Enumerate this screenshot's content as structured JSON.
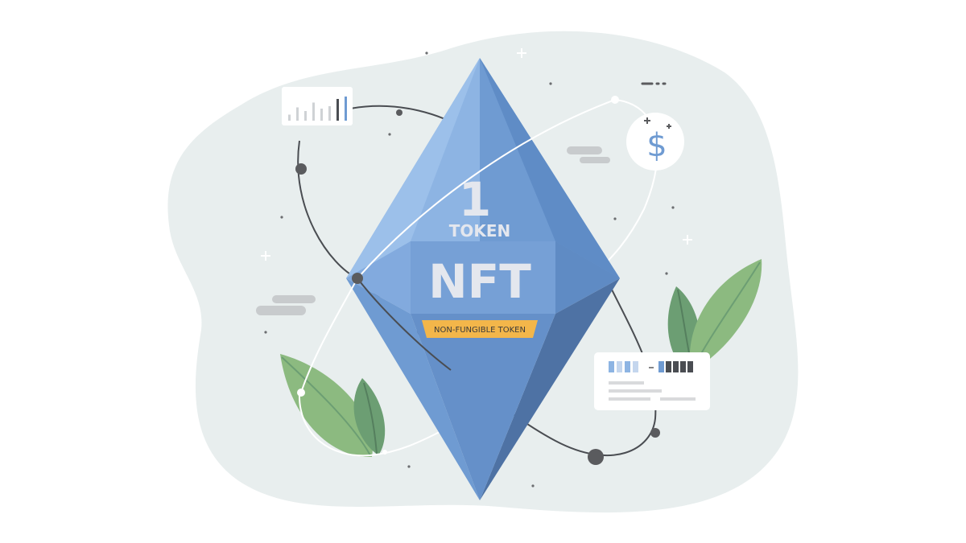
{
  "crystal": {
    "count": "1",
    "unit": "TOKEN",
    "acronym": "NFT",
    "ribbon": "NON-FUNGIBLE TOKEN"
  },
  "coin": {
    "symbol": "$"
  },
  "icons": [
    "bar-chart-icon",
    "dollar-icon",
    "sparkle-icon",
    "leaf-icon",
    "card-icon"
  ],
  "colors": {
    "blob": "#e8eeee",
    "crystal_light": "#8db4e3",
    "crystal_mid": "#6f9bd2",
    "crystal_dark": "#5579ad",
    "text_light": "#e4e7ee",
    "ribbon": "#f3b64a",
    "leaf": "#8cba80",
    "leaf_dark": "#6c9e73",
    "orbit_dark": "#4a4d52",
    "node": "#5a5b5e"
  },
  "mini_chart": {
    "values": [
      0.25,
      0.55,
      0.4,
      0.75,
      0.5,
      0.6,
      0.9,
      1.0
    ],
    "highlight": [
      false,
      false,
      false,
      false,
      false,
      false,
      true,
      true
    ]
  },
  "card": {
    "left_segments": 4,
    "right_segments": 5
  }
}
